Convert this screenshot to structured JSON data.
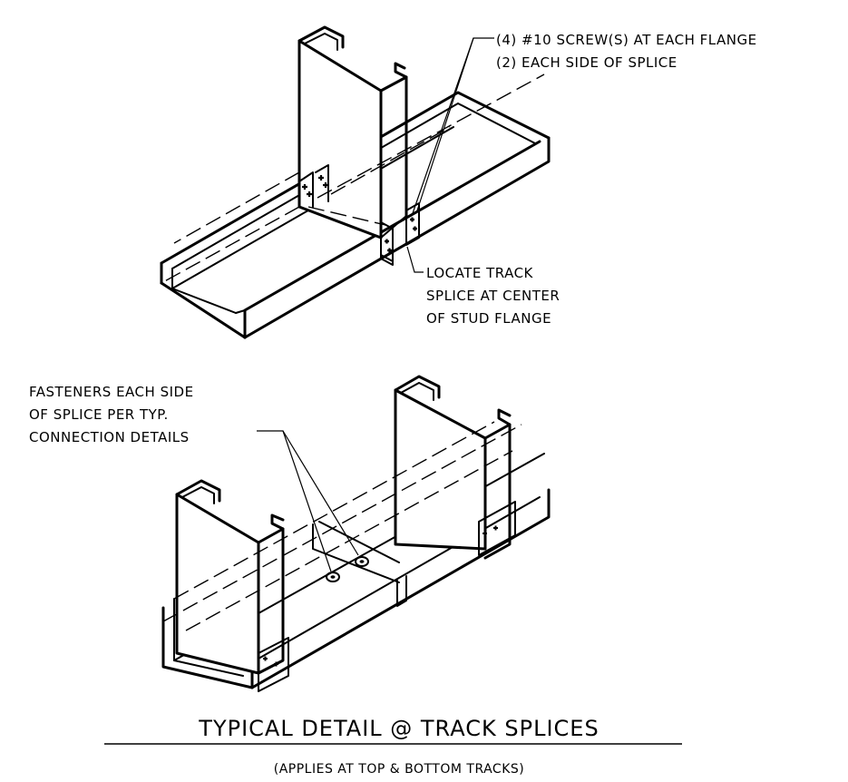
{
  "notes": {
    "top_screws_line1": "(4) #10 SCREW(S) AT EACH FLANGE",
    "top_screws_line2": "(2) EACH SIDE OF SPLICE",
    "locate_line1": "LOCATE TRACK",
    "locate_line2": "SPLICE AT CENTER",
    "locate_line3": "OF STUD FLANGE",
    "fasteners_line1": "FASTENERS EACH SIDE",
    "fasteners_line2": "OF SPLICE PER TYP.",
    "fasteners_line3": "CONNECTION DETAILS"
  },
  "title": {
    "main": "TYPICAL DETAIL @ TRACK SPLICES",
    "sub": "(APPLIES AT TOP & BOTTOM TRACKS)"
  }
}
